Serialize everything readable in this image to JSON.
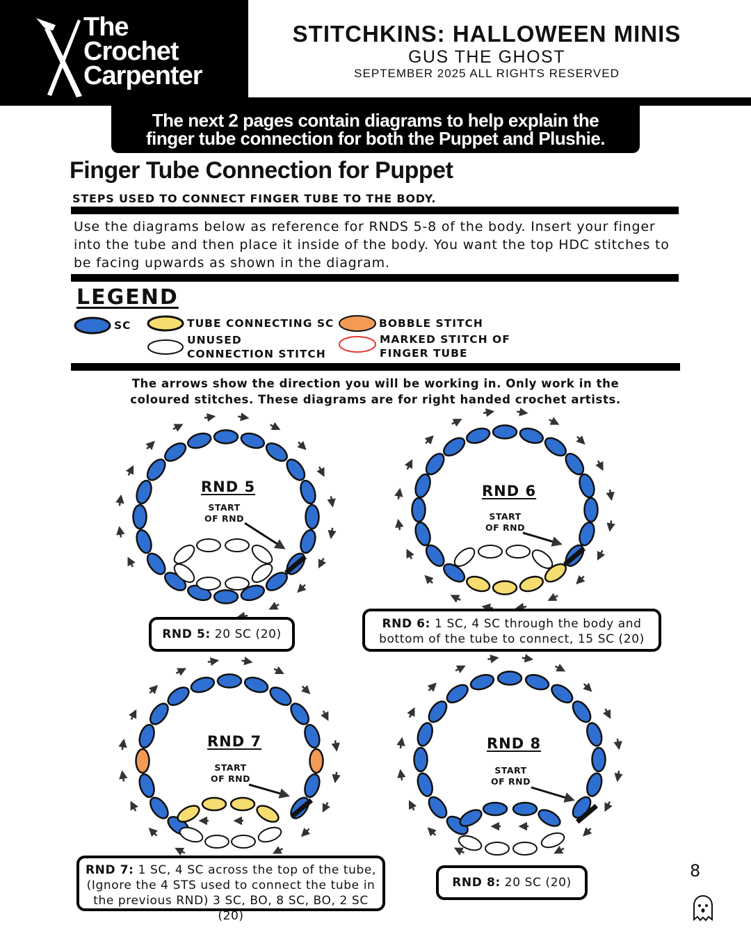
{
  "header": {
    "logo_lines": [
      "The",
      "Crochet",
      "Carpenter"
    ],
    "title": "STITCHKINS: HALLOWEEN MINIS",
    "subtitle": "GUS THE GHOST",
    "rights": "SEPTEMBER 2025 ALL RIGHTS RESERVED"
  },
  "banner": {
    "line1": "The next 2 pages contain diagrams to help explain the",
    "line2": "finger tube connection for both the Puppet and Plushie."
  },
  "section": {
    "title": "Finger Tube Connection for Puppet",
    "subtitle": "STEPS USED TO CONNECT FINGER TUBE TO THE BODY.",
    "intro": "Use the diagrams below as reference for RNDS 5-8 of the body. Insert your finger into the tube and then place it inside of the body. You want the top HDC stitches to be facing upwards as shown in the diagram."
  },
  "legend": {
    "title": "LEGEND",
    "items": [
      {
        "label": "SC",
        "fill": "#2f6fd1"
      },
      {
        "label": "TUBE CONNECTING SC",
        "fill": "#f7dc6f"
      },
      {
        "label": "UNUSED CONNECTION STITCH",
        "fill": "#ffffff"
      },
      {
        "label": "BOBBLE STITCH",
        "fill": "#f39a54"
      },
      {
        "label": "MARKED STITCH OF FINGER TUBE",
        "fill": "#ffffff",
        "stroke": "#e53935"
      }
    ]
  },
  "arrows_note": {
    "line1": "The arrows show the direction you will be working in. Only work in the",
    "line2": "coloured stitches. These diagrams are for right handed crochet artists."
  },
  "diagrams": [
    {
      "round": "RND 5",
      "start": [
        "START",
        "OF RND"
      ],
      "caption_bold": "RND 5:",
      "caption_text": "20 SC (20)"
    },
    {
      "round": "RND 6",
      "start": [
        "START",
        "OF RND"
      ],
      "caption_bold": "RND 6:",
      "caption_text": "1 SC, 4 SC through the body and",
      "caption_text2": "bottom of the tube to connect, 15 SC (20)"
    },
    {
      "round": "RND 7",
      "start": [
        "START",
        "OF RND"
      ],
      "caption_bold": "RND 7:",
      "caption_text": "1 SC, 4 SC across the top of the tube,",
      "caption_text2": "(Ignore the 4 STS used to connect the tube in",
      "caption_text3": "the previous RND) 3 SC, BO, 8 SC, BO, 2 SC (20)"
    },
    {
      "round": "RND 8",
      "start": [
        "START",
        "OF RND"
      ],
      "caption_bold": "RND 8:",
      "caption_text": "20 SC (20)"
    }
  ],
  "page_number": "8",
  "colors": {
    "sc": "#2f6fd1",
    "tube": "#f7dc6f",
    "bobble": "#f39a54",
    "marked": "#e53935",
    "ink": "#111111"
  },
  "icons": {
    "ghost": "ghost-icon",
    "logo": "hammer-logo-icon"
  }
}
